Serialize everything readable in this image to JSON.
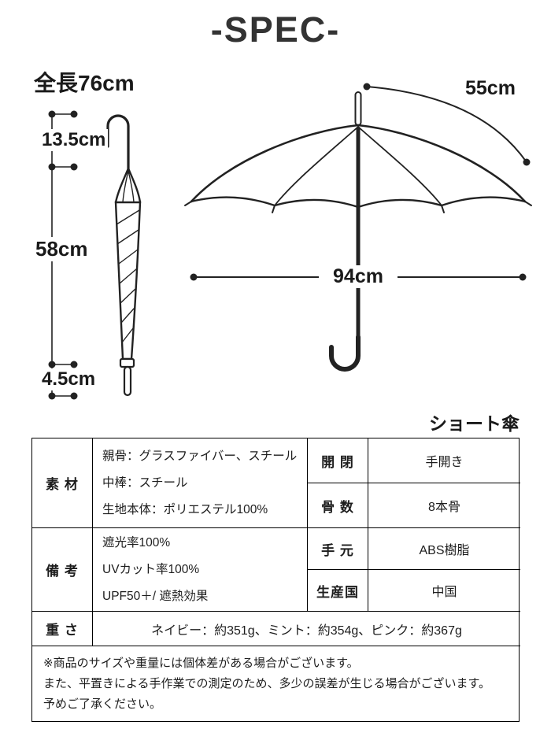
{
  "title": "-SPEC-",
  "closed_umbrella": {
    "total_length": "全長76cm",
    "handle_length": "13.5cm",
    "body_length": "58cm",
    "tip_length": "4.5cm"
  },
  "open_umbrella": {
    "rib_length": "55cm",
    "open_width": "94cm"
  },
  "table_caption": "ショート傘",
  "spec_table": {
    "material": {
      "label": "素 材",
      "lines": [
        "親骨：グラスファイバー、スチール",
        "中棒：スチール",
        "生地本体：ポリエステル100%"
      ]
    },
    "open_close": {
      "label": "開 閉",
      "value": "手開き"
    },
    "ribs": {
      "label": "骨 数",
      "value": "8本骨"
    },
    "notes": {
      "label": "備 考",
      "lines": [
        "遮光率100%",
        "UVカット率100%",
        "UPF50＋/ 遮熱効果"
      ]
    },
    "handle": {
      "label": "手 元",
      "value": "ABS樹脂"
    },
    "country": {
      "label": "生産国",
      "value": "中国"
    },
    "weight": {
      "label": "重 さ",
      "value": "ネイビー：約351g、ミント：約354g、ピンク：約367g"
    }
  },
  "disclaimer": {
    "lines": [
      "※商品のサイズや重量には個体差がある場合がございます。",
      "また、平置きによる手作業での測定のため、多少の誤差が生じる場合がございます。",
      "予めご了承ください。"
    ]
  }
}
